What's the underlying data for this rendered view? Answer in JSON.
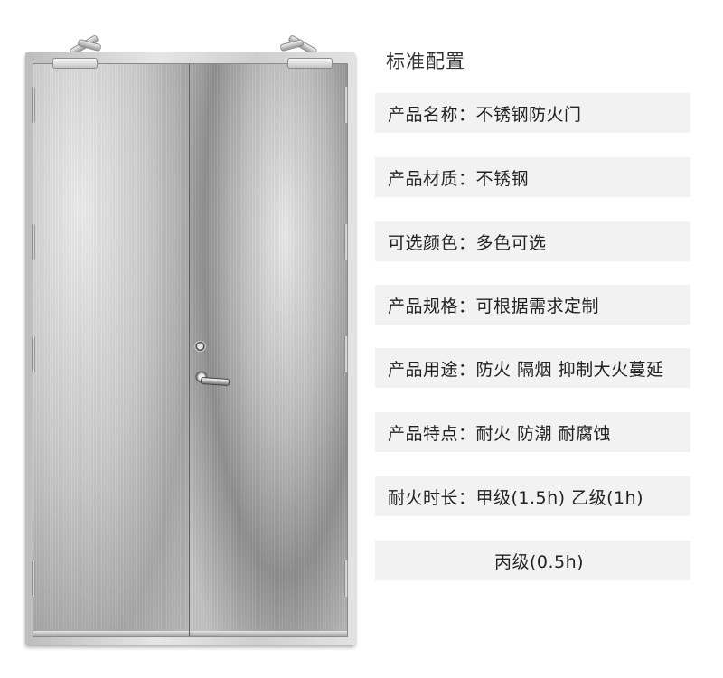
{
  "product_image": {
    "subject": "stainless steel double-leaf fire door",
    "colors": {
      "steel_light": "#e8e8e8",
      "steel_dark": "#9a9a9a",
      "background": "#ffffff"
    }
  },
  "spec_panel": {
    "title": "标准配置",
    "row_background": "#f2f2f2",
    "rows": [
      {
        "label": "产品名称：",
        "value": "不锈钢防火门"
      },
      {
        "label": "产品材质：",
        "value": "不锈钢"
      },
      {
        "label": "可选颜色：",
        "value": "多色可选"
      },
      {
        "label": "产品规格：",
        "value": "可根据需求定制"
      },
      {
        "label": "产品用途：",
        "value": "防火 隔烟 抑制大火蔓延"
      },
      {
        "label": "产品特点：",
        "value": "耐火 防潮 耐腐蚀"
      },
      {
        "label": "耐火时长：",
        "value": "甲级(1.5h) 乙级(1h)"
      },
      {
        "label": "",
        "value": "丙级(0.5h)"
      }
    ]
  }
}
